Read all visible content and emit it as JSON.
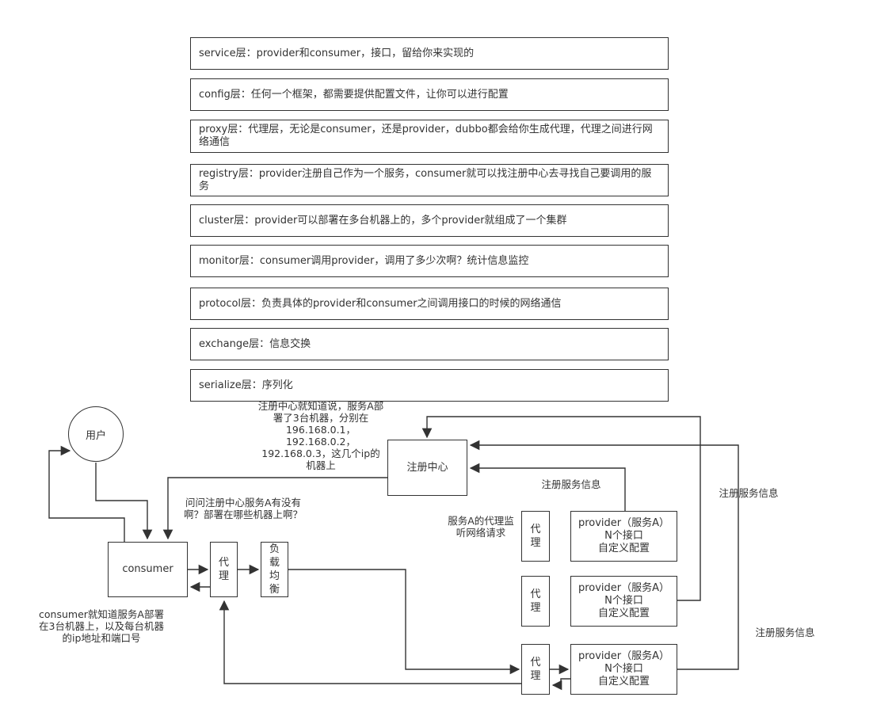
{
  "layers": [
    "service层：provider和consumer，接口，留给你来实现的",
    "config层：任何一个框架，都需要提供配置文件，让你可以进行配置",
    "proxy层：代理层，无论是consumer，还是provider，dubbo都会给你生成代理，代理之间进行网络通信",
    "registry层：provider注册自己作为一个服务，consumer就可以找注册中心去寻找自己要调用的服务",
    "cluster层：provider可以部署在多台机器上的，多个provider就组成了一个集群",
    "monitor层：consumer调用provider，调用了多少次啊？统计信息监控",
    "protocol层：负责具体的provider和consumer之间调用接口的时候的网络通信",
    "exchange层：信息交换",
    "serialize层：序列化"
  ],
  "diagram": {
    "user": "用户",
    "consumer": "consumer",
    "consumer_proxy": "代理",
    "load_balance": "负载均衡",
    "registry": "注册中心",
    "provider_proxy": "代理",
    "provider_line1": "provider（服务A）",
    "provider_line2": "N个接口",
    "provider_line3": "自定义配置",
    "registry_note": "注册中心就知道说，服务A部署了3台机器，分别在196.168.0.1，192.168.0.2，192.168.0.3，这几个ip的机器上",
    "ask_note": "问问注册中心服务A有没有啊？部署在哪些机器上啊？",
    "consumer_note": "consumer就知道服务A部署在3台机器上，以及每台机器的ip地址和端口号",
    "proxy_note": "服务A的代理监听网络请求",
    "register_info": "注册服务信息"
  },
  "colors": {
    "stroke": "#333333",
    "text": "#333333",
    "background": "#ffffff"
  }
}
